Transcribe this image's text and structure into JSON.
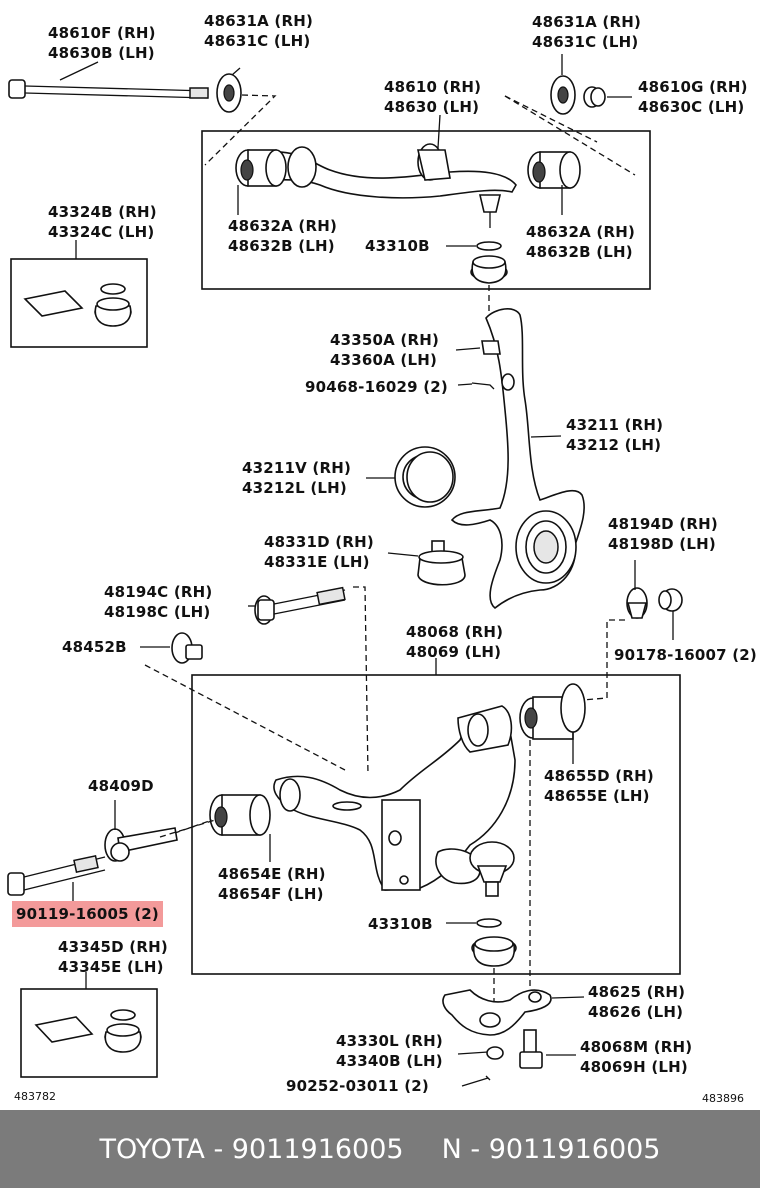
{
  "labels": {
    "l48610F": "48610F (RH)",
    "l48630B": "48630B (LH)",
    "l48631A_l": "48631A (RH)",
    "l48631C_l": "48631C (LH)",
    "l48631A_r": "48631A (RH)",
    "l48631C_r": "48631C (LH)",
    "l48610": "48610 (RH)",
    "l48630": "48630 (LH)",
    "l48610G": "48610G (RH)",
    "l48630C": "48630C (LH)",
    "l43324B": "43324B (RH)",
    "l43324C": "43324C (LH)",
    "l48632A_l": "48632A (RH)",
    "l48632B_l": "48632B (LH)",
    "l48632A_r": "48632A (RH)",
    "l48632B_r": "48632B (LH)",
    "l43310B_top": "43310B",
    "l43350A": "43350A (RH)",
    "l43360A": "43360A (LH)",
    "l90468": "90468-16029 (2)",
    "l43211": "43211 (RH)",
    "l43212": "43212 (LH)",
    "l43211V": "43211V (RH)",
    "l43212L": "43212L (LH)",
    "l48331D": "48331D (RH)",
    "l48331E": "48331E (LH)",
    "l48194D": "48194D (RH)",
    "l48198D": "48198D (LH)",
    "l48194C": "48194C (RH)",
    "l48198C": "48198C (LH)",
    "l90178": "90178-16007 (2)",
    "l48452B": "48452B",
    "l48068": "48068 (RH)",
    "l48069": "48069 (LH)",
    "l48655D": "48655D (RH)",
    "l48655E": "48655E (LH)",
    "l48409D": "48409D",
    "l48654E": "48654E (RH)",
    "l48654F": "48654F (LH)",
    "l90119": "90119-16005 (2)",
    "l43310B_bot": "43310B",
    "l43345D": "43345D (RH)",
    "l43345E": "43345E (LH)",
    "l48625": "48625 (RH)",
    "l48626": "48626 (LH)",
    "l43330L": "43330L (RH)",
    "l43340B": "43340B (LH)",
    "l48068M": "48068M (RH)",
    "l48069H": "48069H (LH)",
    "l90252": "90252-03011 (2)",
    "code_left": "483782",
    "code_right": "483896"
  },
  "highlight_color": "#f39a9a",
  "footer": {
    "left": "TOYOTA - 9011916005",
    "right": "N - 9011916005",
    "background": "#7b7b7b"
  }
}
